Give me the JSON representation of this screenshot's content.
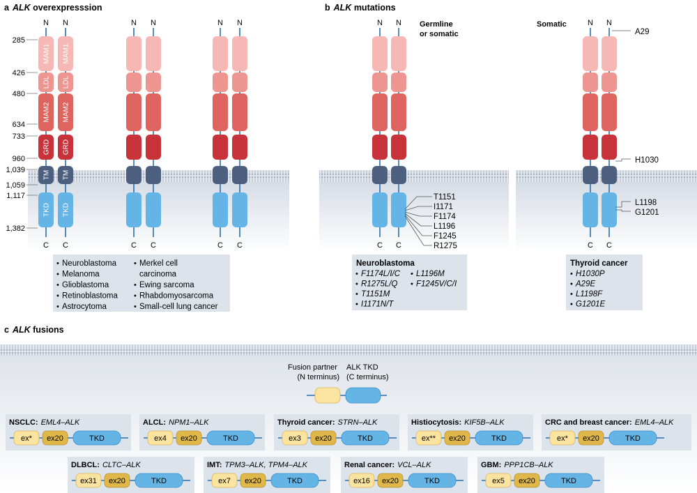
{
  "panel_a": {
    "letter": "a",
    "title_gene": "ALK",
    "title_rest": " overexpresssion",
    "n_label": "N",
    "c_label": "C",
    "residues": [
      "285",
      "426",
      "480",
      "634",
      "733",
      "960",
      "1,039",
      "1,059",
      "1,117",
      "1,382"
    ],
    "domains": [
      "MAM1",
      "LDL",
      "MAM2",
      "GRD",
      "TM",
      "TKD"
    ],
    "cancers_col1": [
      "Neuroblastoma",
      "Melanoma",
      "Glioblastoma",
      "Retinoblastoma",
      "Astrocytoma"
    ],
    "cancers_col2": [
      "Merkel cell",
      "carcinoma",
      "Ewing sarcoma",
      "Rhabdomyosarcoma",
      "Small-cell lung cancer"
    ]
  },
  "panel_b": {
    "letter": "b",
    "title_gene": "ALK",
    "title_rest": " mutations",
    "germline_label": [
      "Germline",
      "or somatic"
    ],
    "somatic_label": "Somatic",
    "germline_mutations": [
      "T1151",
      "I1171",
      "F1174",
      "L1196",
      "F1245",
      "R1275"
    ],
    "somatic_mutations": {
      "a29": "A29",
      "h1030": "H1030",
      "l1198": "L1198",
      "g1201": "G1201"
    },
    "neuroblastoma": {
      "title": "Neuroblastoma",
      "col1": [
        "F1174L/I/C",
        "R1275L/Q",
        "T1151M",
        "I1171N/T"
      ],
      "col2": [
        "L1196M",
        "F1245V/C/I"
      ]
    },
    "thyroid": {
      "title": "Thyroid cancer",
      "items": [
        "H1030P",
        "A29E",
        "L1198F",
        "G1201E"
      ]
    }
  },
  "panel_c": {
    "letter": "c",
    "title_gene": "ALK",
    "title_rest": " fusions",
    "fusion_partner": [
      "Fusion partner",
      "(N terminus)"
    ],
    "alk_tkd": [
      "ALK TKD",
      "(C terminus)"
    ],
    "fusions_row1": [
      {
        "disease": "NSCLC:",
        "gene": "EML4–ALK",
        "exon": "ex*",
        "ex20": "ex20",
        "tkd": "TKD"
      },
      {
        "disease": "ALCL:",
        "gene": "NPM1–ALK",
        "exon": "ex4",
        "ex20": "ex20",
        "tkd": "TKD"
      },
      {
        "disease": "Thyroid cancer:",
        "gene": "STRN–ALK",
        "exon": "ex3",
        "ex20": "ex20",
        "tkd": "TKD"
      },
      {
        "disease": "Histiocytosis:",
        "gene": "KIF5B–ALK",
        "exon": "ex**",
        "ex20": "ex20",
        "tkd": "TKD"
      },
      {
        "disease": "CRC and breast cancer:",
        "gene": "EML4–ALK",
        "exon": "ex*",
        "ex20": "ex20",
        "tkd": "TKD"
      }
    ],
    "fusions_row2": [
      {
        "disease": "DLBCL:",
        "gene": "CLTC–ALK",
        "exon": "ex31",
        "ex20": "ex20",
        "tkd": "TKD"
      },
      {
        "disease": "IMT:",
        "gene": "TPM3–ALK, TPM4–ALK",
        "exon": "ex7",
        "ex20": "ex20",
        "tkd": "TKD"
      },
      {
        "disease": "Renal cancer:",
        "gene": "VCL–ALK",
        "exon": "ex16",
        "ex20": "ex20",
        "tkd": "TKD"
      },
      {
        "disease": "GBM:",
        "gene": "PPP1CB–ALK",
        "exon": "ex5",
        "ex20": "ex20",
        "tkd": "TKD"
      }
    ]
  },
  "colors": {
    "mam1": "#f5b8b4",
    "ldl": "#ec9591",
    "mam2": "#de6460",
    "grd": "#c8323a",
    "tm": "#4c5f7f",
    "tkd": "#64b4e6",
    "partner": "#fbe3a0",
    "ex20": "#e0b84a",
    "box": "#dde3ea",
    "membrane": "#c5cedb"
  }
}
